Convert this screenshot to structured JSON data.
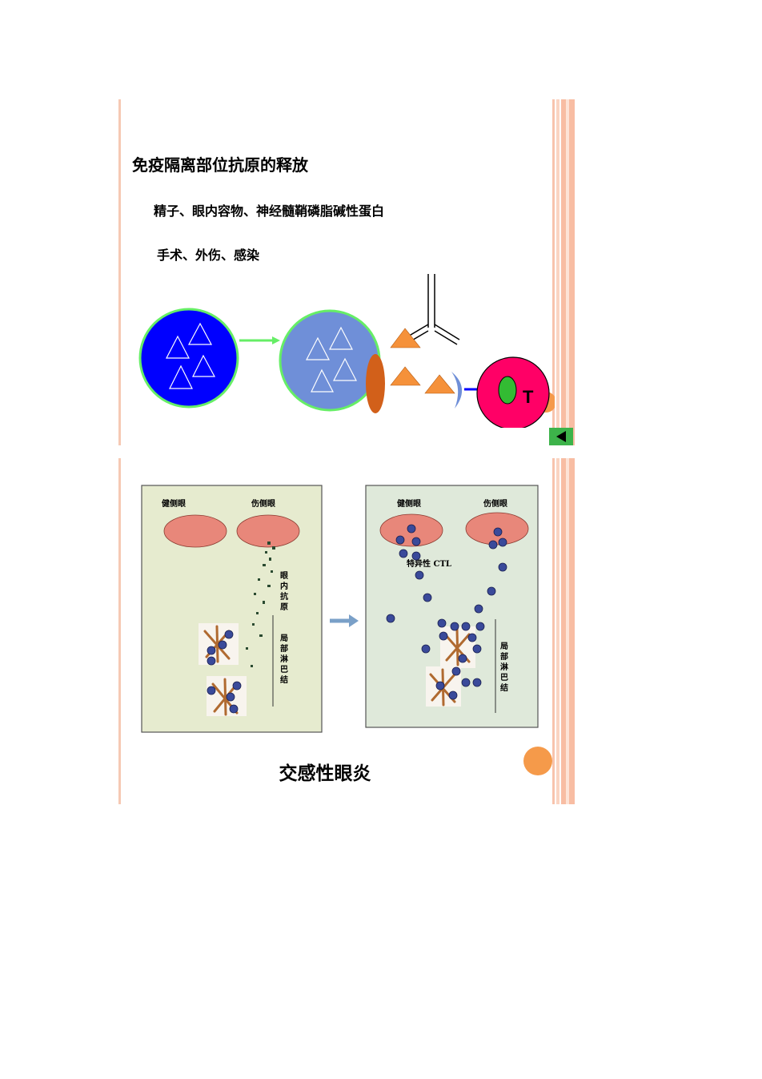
{
  "slide1": {
    "title": "免疫隔离部位抗原的释放",
    "line1": "精子、眼内容物、神经髓鞘磷脂碱性蛋白",
    "line2": "手术、外伤、感染",
    "t_cell_label": "T",
    "colors": {
      "cell_dark": "#0000ff",
      "cell_light": "#6f8fd8",
      "cell_border": "#66ee66",
      "antigen": "#f5913a",
      "apc": "#d2601a",
      "t_cell": "#ff0066",
      "nucleus": "#33bb33"
    }
  },
  "slide2": {
    "left_panel": {
      "healthy_eye": "健侧眼",
      "injured_eye": "伤侧眼",
      "intraocular_antigen": "眼内抗原",
      "lymph_node": "局部淋巴结"
    },
    "right_panel": {
      "healthy_eye": "健侧眼",
      "injured_eye": "伤侧眼",
      "specific_ctl": "特异性 CTL",
      "lymph_node": "局部淋巴结"
    },
    "caption": "交感性眼炎"
  }
}
